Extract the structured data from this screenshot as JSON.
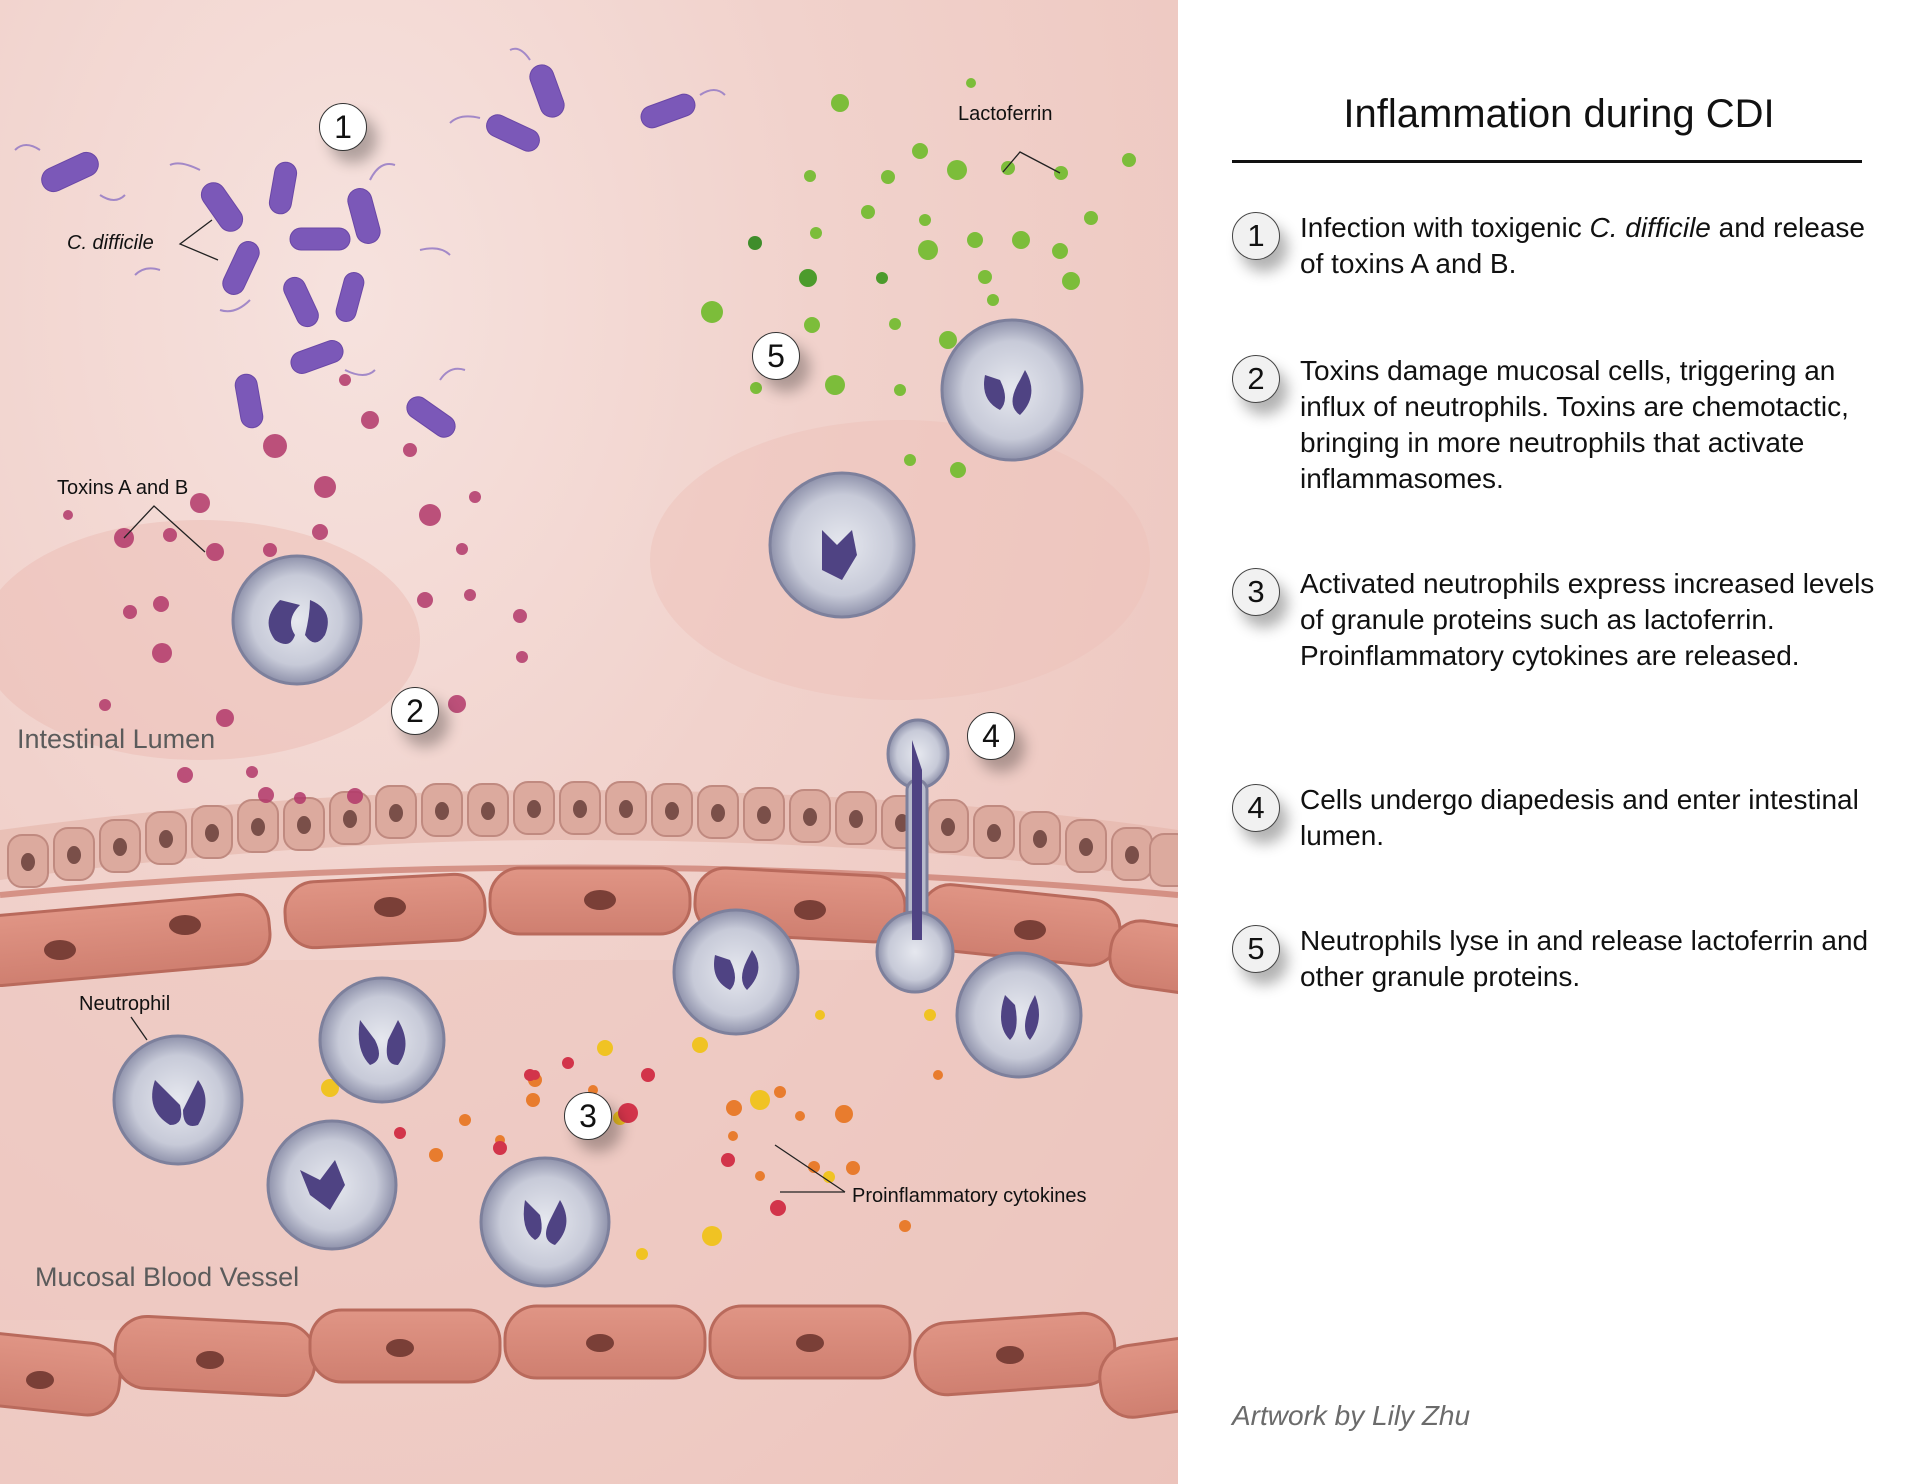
{
  "panel": {
    "title": "Inflammation during CDI",
    "steps": [
      {
        "number": "1",
        "text_before": "Infection with toxigenic ",
        "text_italic": "C. difficile",
        "text_after": " and release of toxins A and B."
      },
      {
        "number": "2",
        "text": "Toxins damage mucosal cells, triggering an influx of neutrophils. Toxins are chemotactic, bringing in more neutrophils that activate inflammasomes."
      },
      {
        "number": "3",
        "text": "Activated neutrophils express increased levels of granule proteins such as lactoferrin. Proinflammatory cytokines are released."
      },
      {
        "number": "4",
        "text": "Cells undergo diapedesis and enter intestinal lumen."
      },
      {
        "number": "5",
        "text": "Neutrophils lyse in and release lactoferrin and other granule proteins."
      }
    ],
    "credit": "Artwork by Lily Zhu"
  },
  "illustration": {
    "labels": {
      "c_difficile": "C. difficile",
      "toxins": "Toxins A and B",
      "lactoferrin": "Lactoferrin",
      "neutrophil": "Neutrophil",
      "cytokines": "Proinflammatory cytokines"
    },
    "regions": {
      "lumen": "Intestinal Lumen",
      "vessel": "Mucosal Blood Vessel"
    },
    "badges": [
      "1",
      "2",
      "3",
      "4",
      "5"
    ],
    "colors": {
      "background": "#f1d2cc",
      "bacteria": "#7b58b8",
      "toxins": "#b2386a",
      "lactoferrin": "#7cbd3a",
      "neutrophil_cytoplasm": "#c9ccd9",
      "neutrophil_nucleus": "#4f4383",
      "epithelial_cell": "#d9a79b",
      "endothelial_cell": "#d98c7c",
      "cytokine_red": "#d2344a",
      "cytokine_orange": "#e87c2e",
      "cytokine_yellow": "#f0c323"
    }
  }
}
